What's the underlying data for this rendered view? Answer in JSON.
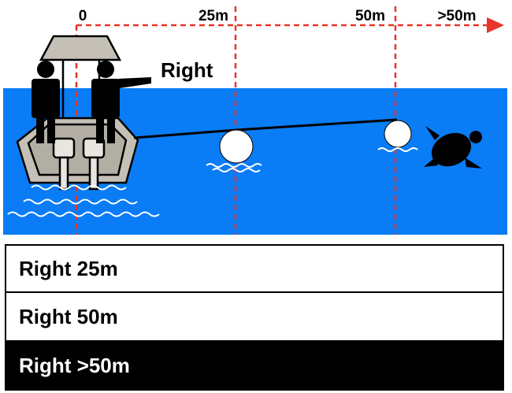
{
  "distance_labels": [
    "0",
    "25m",
    "50m",
    ">50m"
  ],
  "pointer_label": "Right",
  "options": [
    {
      "label": "Right 25m",
      "selected": false
    },
    {
      "label": "Right 50m",
      "selected": false
    },
    {
      "label": "Right >50m",
      "selected": true
    }
  ],
  "colors": {
    "water": "#0a7cf5",
    "guide_line": "#e8342a",
    "boat": "#c4c0b6",
    "selected_bg": "#000000"
  },
  "icons": [
    "boat-icon",
    "person-icon",
    "buoy-icon",
    "turtle-icon",
    "arrow-right-icon"
  ]
}
